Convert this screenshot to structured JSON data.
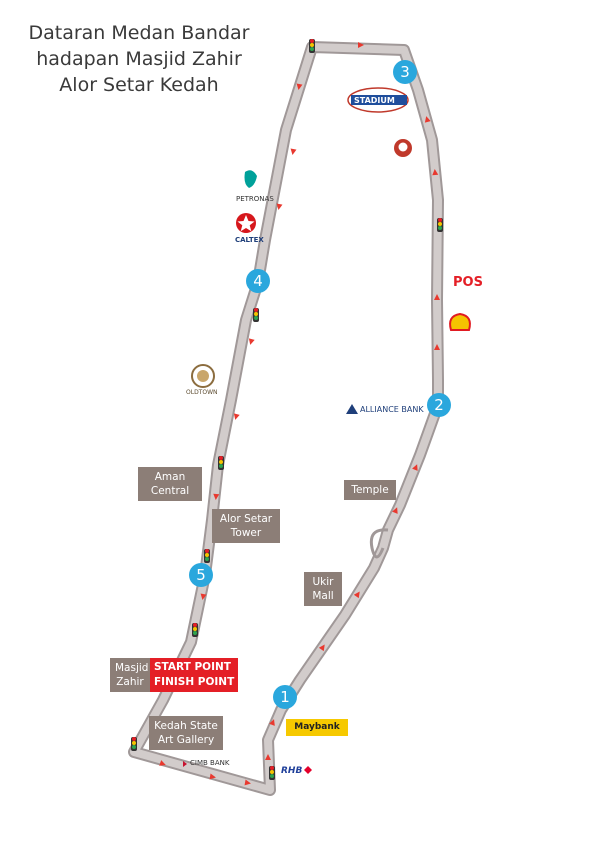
{
  "title": {
    "line1": "Dataran Medan Bandar",
    "line2": "hadapan Masjid Zahir",
    "line3": "Alor Setar Kedah"
  },
  "checkpoints": [
    "1",
    "2",
    "3",
    "4",
    "5"
  ],
  "landmarks": {
    "aman_central": [
      "Aman",
      "Central"
    ],
    "alor_setar_tower": [
      "Alor Setar",
      "Tower"
    ],
    "temple": "Temple",
    "ukir_mall": [
      "Ukir",
      "Mall"
    ],
    "masjid_zahir": [
      "Masjid",
      "Zahir"
    ],
    "kedah_state_art_gallery": [
      "Kedah State",
      "Art Gallery"
    ]
  },
  "start_finish": [
    "START POINT",
    "FINISH POINT"
  ],
  "logos": {
    "stadium": "STADIUM",
    "petronas": "PETRONAS",
    "caltex": "CALTEX",
    "pos": "POS",
    "alliance_bank": "ALLIANCE BANK",
    "oldtown": "OLDTOWN",
    "maybank": "Maybank",
    "cimb": "CIMB BANK",
    "rhb": "RHB"
  },
  "colors": {
    "road": "#a09898",
    "road_fill": "#d2cccb",
    "checkpoint": "#2aa7dd",
    "start": "#e41f26",
    "label_box": "#8c7e77",
    "arrow": "#e8392f"
  }
}
